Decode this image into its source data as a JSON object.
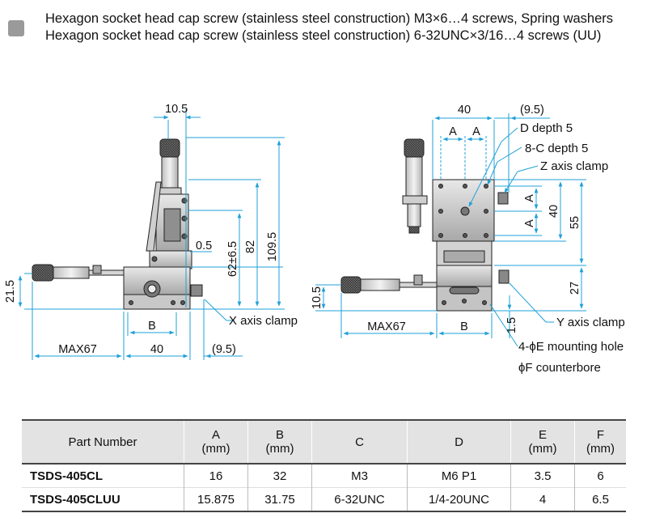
{
  "header": {
    "lines": [
      "Hexagon socket head cap screw (stainless steel construction) M3×6…4 screws, Spring washers",
      "Hexagon socket head cap screw (stainless steel construction) 6-32UNC×3/16…4 screws (UU)"
    ]
  },
  "left_view": {
    "dims": {
      "top_width": "10.5",
      "h_109_5": "109.5",
      "h_82": "82",
      "h_62": "62±6.5",
      "gap_0_5": "0.5",
      "h_21_5": "21.5",
      "max67": "MAX67",
      "w_40": "40",
      "w_9_5": "(9.5)",
      "b": "B"
    },
    "callout": "X axis clamp"
  },
  "right_view": {
    "dims": {
      "w_40": "40",
      "w_9_5": "(9.5)",
      "a1": "A",
      "a2": "A",
      "va1": "A",
      "va2": "A",
      "h_40": "40",
      "h_55": "55",
      "h_27": "27",
      "h_10_5": "10.5",
      "h_1_5": "1.5",
      "max67": "MAX67",
      "b": "B"
    },
    "callouts": {
      "d_depth": "D depth 5",
      "c_depth": "8-C depth 5",
      "z_clamp": "Z axis clamp",
      "y_clamp": "Y axis clamp",
      "mounting": "4-ϕE mounting hole",
      "counterbore": "ϕF counterbore"
    }
  },
  "colors": {
    "dimension": "#1fa0d8",
    "accent_icon": "#9a9a9a"
  },
  "table": {
    "headers": [
      {
        "name": "Part Number",
        "unit": ""
      },
      {
        "name": "A",
        "unit": "(mm)"
      },
      {
        "name": "B",
        "unit": "(mm)"
      },
      {
        "name": "C",
        "unit": ""
      },
      {
        "name": "D",
        "unit": ""
      },
      {
        "name": "E",
        "unit": "(mm)"
      },
      {
        "name": "F",
        "unit": "(mm)"
      }
    ],
    "rows": [
      [
        "TSDS-405CL",
        "16",
        "32",
        "M3",
        "M6 P1",
        "3.5",
        "6"
      ],
      [
        "TSDS-405CLUU",
        "15.875",
        "31.75",
        "6-32UNC",
        "1/4-20UNC",
        "4",
        "6.5"
      ]
    ]
  }
}
